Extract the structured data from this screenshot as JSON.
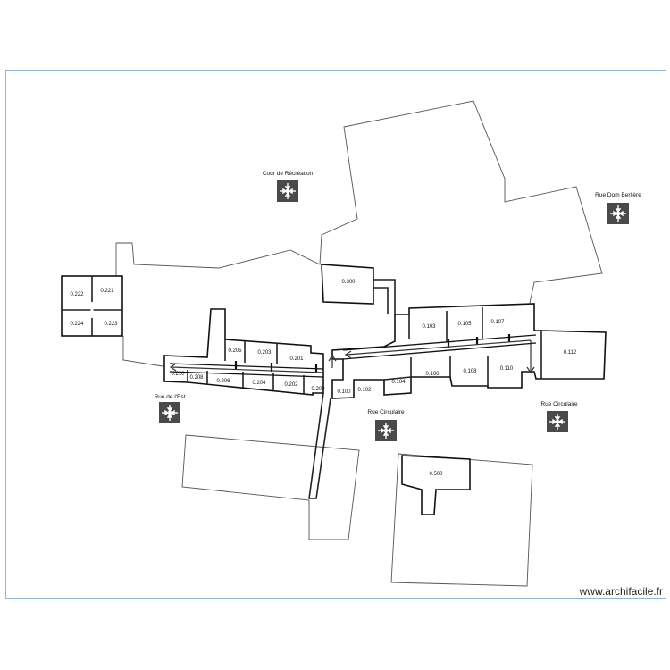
{
  "rooms": {
    "r0222": "0.222",
    "r0221": "0.221",
    "r0224": "0.224",
    "r0223": "0.223",
    "r0300": "0.300",
    "r0103": "0.103",
    "r0105": "0.105",
    "r0107": "0.107",
    "r0112": "0.112",
    "r0205": "0.205",
    "r0203": "0.203",
    "r0201": "0.201",
    "r0210": "0.210",
    "r0208": "0.208",
    "r0206": "0.206",
    "r0204": "0.204",
    "r0202": "0.202",
    "r0200": "0.200",
    "r0100": "0.100",
    "r0102": "0.102",
    "r0104": "0.104",
    "r0106": "0.106",
    "r0108": "0.108",
    "r0110": "0.110",
    "r0500": "0.500"
  },
  "streets": {
    "cour": "Cour de Récréation",
    "dom_berliere": "Rue Dom Berlière",
    "est": "Rue de l'Est",
    "circulaire_1": "Rue Circulaire",
    "circulaire_2": "Rue Circulaire"
  },
  "icons": {
    "assembly_point": "assembly-point-icon"
  },
  "watermark": "www.archifacile.fr"
}
